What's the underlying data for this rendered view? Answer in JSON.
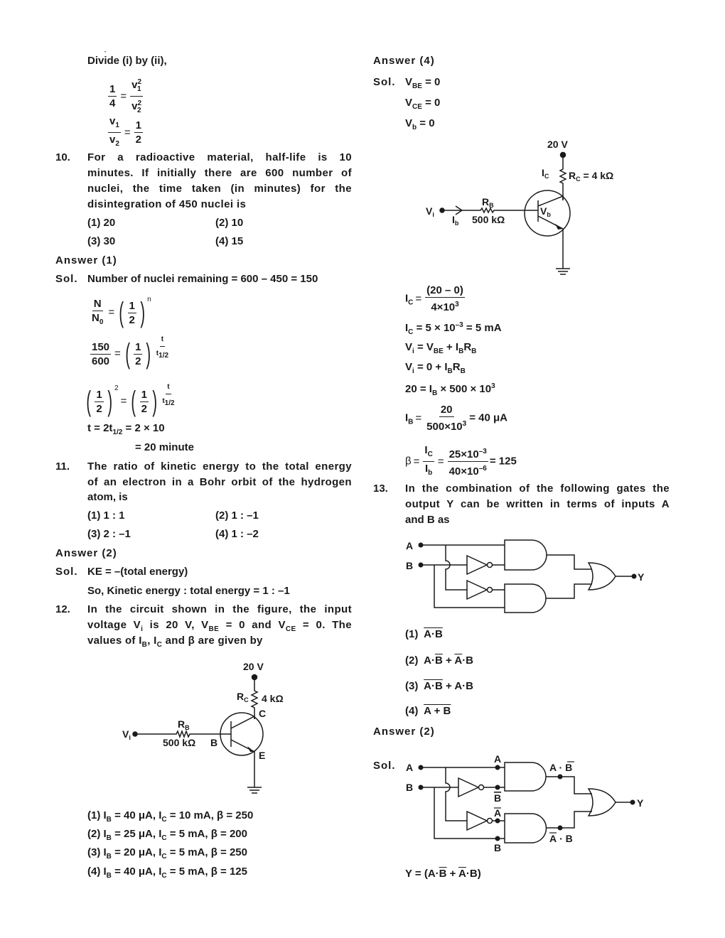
{
  "left": {
    "intro": "Divide (i) by (ii),",
    "eqA": {
      "n1": "1",
      "d1": "4",
      "v": "v",
      "s1": "1",
      "s2": "2",
      "p": "2"
    },
    "eqB": {
      "v": "v",
      "s1": "1",
      "s2": "2",
      "n": "1",
      "d": "2"
    },
    "q10": {
      "num": "10.",
      "lines": [
        "For a radioactive material, half-life is 10",
        "minutes. If initially there are 600 number of",
        "nuclei, the time taken (in minutes) for the",
        "disintegration of 450 nuclei is"
      ],
      "options": [
        "(1) 20",
        "(2) 10",
        "(3) 30",
        "(4) 15"
      ],
      "answer": "Answer (1)",
      "sol_label": "Sol.",
      "sol": "Number of nuclei remaining = 600 – 450 = 150",
      "eq1": {
        "N": "N",
        "N0": "N",
        "sub0": "0",
        "one": "1",
        "two": "2",
        "n": "n"
      },
      "eq2": {
        "num": "150",
        "den": "600",
        "one": "1",
        "two": "2",
        "t": "t",
        "th": "t",
        "half": "1/2"
      },
      "eq3": {
        "one": "1",
        "two": "2",
        "sq": "2",
        "t": "t",
        "th": "t",
        "half": "1/2"
      },
      "line1a": "t = 2t",
      "line1sub": "1/2",
      "line1b": " = 2 × 10",
      "line2": "= 20 minute"
    },
    "q11": {
      "num": "11.",
      "lines": [
        "The ratio of kinetic energy to the total energy",
        "of an electron in a Bohr orbit of the hydrogen",
        "atom, is"
      ],
      "options": [
        "(1) 1 : 1",
        "(2) 1 : –1",
        "(3) 2 : –1",
        "(4) 1 : –2"
      ],
      "answer": "Answer (2)",
      "sol_label": "Sol.",
      "sol1": "KE = –(total energy)",
      "sol2": "So, Kinetic energy : total energy = 1 : –1"
    },
    "q12": {
      "num": "12.",
      "line1": "In the circuit shown in the figure, the input",
      "line2": [
        "voltage V",
        "i",
        " is 20 V, V",
        "BE",
        " = 0 and V",
        "CE",
        " = 0. The"
      ],
      "line3": [
        "values of I",
        "B",
        ", I",
        "C",
        " and β are given by"
      ],
      "circuit": {
        "supply": "20 V",
        "rc": "R",
        "rc_sub": "C",
        "rc_val": "4 kΩ",
        "c": "C",
        "b": "B",
        "e": "E",
        "vi": "V",
        "vi_sub": "i",
        "rb": "R",
        "rb_sub": "B",
        "rb_val": "500 kΩ"
      },
      "options": [
        {
          "n": "(1) I",
          "a": "B",
          "b": " = 40 μA, I",
          "c": "C",
          "d": " = 10 mA, β = 250"
        },
        {
          "n": "(2) I",
          "a": "B",
          "b": " = 25 μA, I",
          "c": "C",
          "d": " = 5 mA, β = 200"
        },
        {
          "n": "(3) I",
          "a": "B",
          "b": " = 20 μA, I",
          "c": "C",
          "d": " = 5 mA, β = 250"
        },
        {
          "n": "(4) I",
          "a": "B",
          "b": " = 40 μA, I",
          "c": "C",
          "d": " = 5 mA, β = 125"
        }
      ]
    }
  },
  "right": {
    "answer": "Answer (4)",
    "sol_label": "Sol.",
    "s1": [
      "V",
      "BE",
      " = 0"
    ],
    "s2": [
      "V",
      "CE",
      " = 0"
    ],
    "s3": [
      "V",
      "b",
      " = 0"
    ],
    "circuit": {
      "supply": "20 V",
      "ic": "I",
      "ic_sub": "C",
      "rc": "R",
      "rc_sub": "C",
      "rc_val": " = 4 kΩ",
      "vi": "V",
      "vi_sub": "i",
      "rb": "R",
      "rb_sub": "B",
      "ib": "I",
      "ib_sub": "b",
      "rb_val": "500 kΩ",
      "vb": "V",
      "vb_sub": "b"
    },
    "ic_eq": {
      "l": "I",
      "ls": "C",
      "num": "(20 – 0)",
      "den": "4×10",
      "den_sup": "3"
    },
    "ic_line": [
      "I",
      "C",
      " = 5 × 10",
      "–3",
      " = 5 mA"
    ],
    "vi1": [
      "V",
      "i",
      " = V",
      "BE",
      " + I",
      "B",
      "R",
      "B"
    ],
    "vi2": [
      "V",
      "i",
      " = 0 + I",
      "B",
      "R",
      "B"
    ],
    "l20": [
      "20 = I",
      "B",
      " × 500 × 10",
      "3"
    ],
    "ib_eq": {
      "l": "I",
      "ls": "B",
      "num": "20",
      "den": "500×10",
      "den_sup": "3",
      "res": "= 40 μA"
    },
    "beta_eq": {
      "b": "β",
      "n1": "I",
      "n1s": "C",
      "d1": "I",
      "d1s": "b",
      "n2": "25×10",
      "n2s": "–3",
      "d2": "40×10",
      "d2s": "–6",
      "res": "= 125"
    },
    "q13": {
      "num": "13.",
      "lines": [
        "In the combination of the following gates the",
        "output Y can be written in terms of inputs A",
        "and B as"
      ],
      "gates": {
        "a": "A",
        "b": "B",
        "y": "Y"
      },
      "options": [
        {
          "n": "(1)"
        },
        {
          "n": "(2)"
        },
        {
          "n": "(3)"
        },
        {
          "n": "(4)"
        }
      ],
      "answer": "Answer (2)",
      "sol_label": "Sol.",
      "sol_gates": {
        "a": "A",
        "b": "B",
        "y": "Y",
        "in_a": "A",
        "in_bbar": "B",
        "in_abar": "A",
        "in_b": "B",
        "out1a": "A ·",
        "out1b": "B",
        "out2a": "A",
        "out2b": "· B"
      },
      "result": {
        "y": "Y = (A·",
        "bbar": "B",
        "plus": " + ",
        "abar": "A",
        "end": "·B)"
      }
    }
  }
}
